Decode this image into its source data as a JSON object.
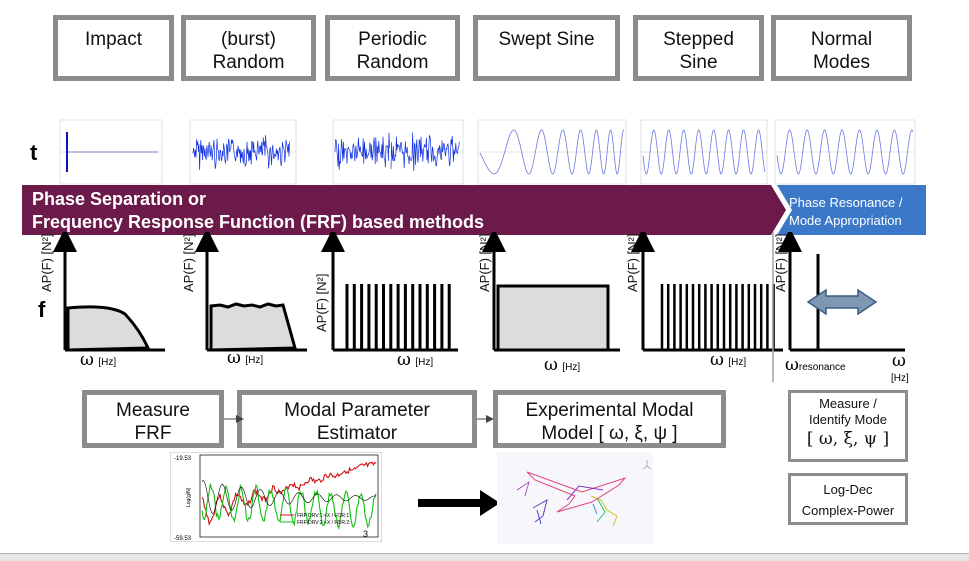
{
  "excitations": [
    {
      "l1": "Impact",
      "l2": ""
    },
    {
      "l1": "(burst)",
      "l2": "Random"
    },
    {
      "l1": "Periodic",
      "l2": "Random"
    },
    {
      "l1": "Swept Sine",
      "l2": ""
    },
    {
      "l1": "Stepped",
      "l2": "Sine"
    },
    {
      "l1": "Normal",
      "l2": "Modes"
    }
  ],
  "row_labels": {
    "time": "t",
    "freq": "f"
  },
  "banner": {
    "line1": "Phase Separation or",
    "line2": "Frequency Response Function (FRF) based methods",
    "right_line1": "Phase Resonance /",
    "right_line2": "Mode Appropriation",
    "color_left": "#6b1a4a",
    "color_right": "#3b78c8"
  },
  "spectrum": {
    "ylabel": "AP(F) [N²]",
    "xsym": "ω",
    "xunit": "[Hz]",
    "resonance": "resonance"
  },
  "process": {
    "measure": {
      "l1": "Measure",
      "l2": "FRF"
    },
    "estimator": {
      "l1": "Modal Parameter",
      "l2": "Estimator"
    },
    "model": {
      "l1": "Experimental Modal",
      "l2": "Model  [ ω, ξ, ψ ]"
    }
  },
  "right_boxes": {
    "identify": {
      "l1": "Measure /",
      "l2": "Identify  Mode",
      "l3": "[ ω,  ξ,  ψ ]"
    },
    "logdec": {
      "l1": "Log-Dec",
      "l2": "Complex-Power"
    }
  },
  "frf_plot": {
    "ytop": "-19.53",
    "ybot": "-59.53",
    "yaxis": "Log(g/N)",
    "legend1": "FRF DRV:1:+X / FOR:1:",
    "legend2": "FRF DRV:2:+X / FOR:2:",
    "corner": "3",
    "color1": "#d01010",
    "color2": "#10c010"
  }
}
